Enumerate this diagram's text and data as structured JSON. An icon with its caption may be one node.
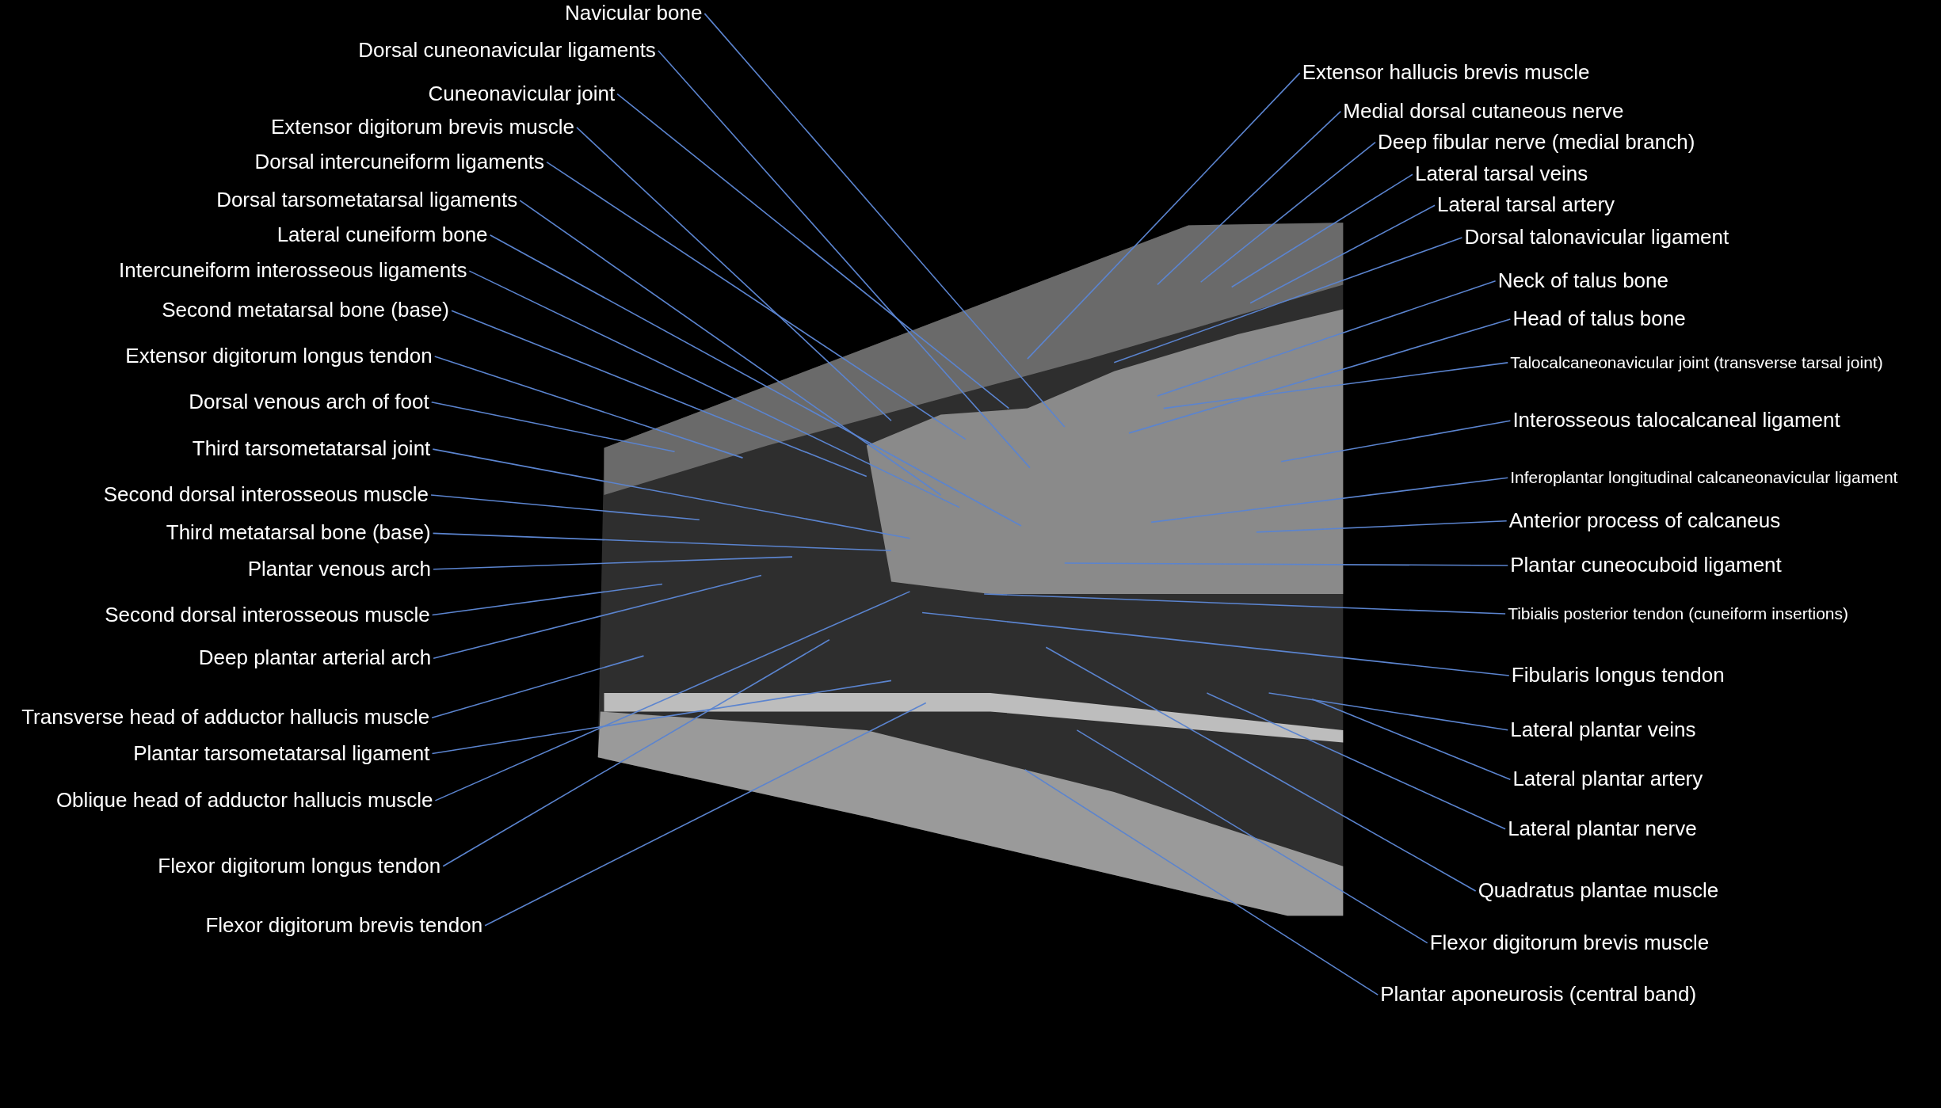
{
  "diagram": {
    "nodes": [
      {
        "text": [
          "Navicular bone"
        ]
      },
      {
        "text": [
          "Dorsal cuneonavicular ligaments"
        ]
      },
      {
        "text": [
          "Cuneonavicular joint"
        ]
      },
      {
        "text": [
          "Extensor digitorum brevis muscle"
        ]
      },
      {
        "text": [
          "Dorsal intercuneiform ligaments"
        ]
      },
      {
        "text": [
          "Dorsal tarsometatarsal ligaments"
        ]
      },
      {
        "text": [
          "Lateral cuneiform bone"
        ]
      },
      {
        "text": [
          "Intercuneiform interosseous ligaments"
        ]
      },
      {
        "text": [
          "Second metatarsal bone (base)"
        ]
      },
      {
        "text": [
          "Extensor digitorum longus tendon"
        ]
      },
      {
        "text": [
          "Dorsal venous arch of foot"
        ]
      },
      {
        "text": [
          "Third tarsometatarsal joint"
        ]
      },
      {
        "text": [
          "Second dorsal interosseous muscle"
        ]
      },
      {
        "text": [
          "Third metatarsal bone (base)"
        ]
      },
      {
        "text": [
          "Plantar venous arch"
        ]
      },
      {
        "text": [
          "Second dorsal interosseous muscle"
        ]
      },
      {
        "text": [
          "Deep plantar arterial arch"
        ]
      },
      {
        "text": [
          "Transverse head of adductor hallucis muscle"
        ]
      },
      {
        "text": [
          "Plantar tarsometatarsal ligament"
        ]
      },
      {
        "text": [
          "Oblique head of adductor hallucis muscle"
        ]
      },
      {
        "text": [
          "Flexor digitorum longus tendon"
        ]
      },
      {
        "text": [
          "Flexor digitorum brevis tendon"
        ]
      },
      {
        "text": [
          "Extensor hallucis brevis muscle"
        ]
      },
      {
        "text": [
          "Medial dorsal cutaneous nerve"
        ]
      },
      {
        "text": [
          "Deep fibular nerve (medial branch)"
        ]
      },
      {
        "text": [
          "Lateral tarsal veins"
        ]
      },
      {
        "text": [
          "Lateral tarsal artery"
        ]
      },
      {
        "text": [
          "Dorsal talonavicular ligament"
        ]
      },
      {
        "text": [
          "Neck of talus bone"
        ]
      },
      {
        "text": [
          "Head of talus bone"
        ]
      },
      {
        "text": [
          "Talocalcaneonavicular joint (transverse tarsal joint)"
        ]
      },
      {
        "text": [
          "Interosseous talocalcaneal ligament"
        ]
      },
      {
        "text": [
          "Inferoplantar longitudinal calcaneonavicular ligament"
        ]
      },
      {
        "text": [
          "Anterior process of calcaneus"
        ]
      },
      {
        "text": [
          "Plantar cuneocuboid ligament"
        ]
      },
      {
        "text": [
          "Tibialis posterior tendon (cuneiform insertions)"
        ]
      },
      {
        "text": [
          "Fibularis longus tendon"
        ]
      },
      {
        "text": [
          "Lateral plantar veins"
        ]
      },
      {
        "text": [
          "Lateral plantar artery"
        ]
      },
      {
        "text": [
          "Lateral plantar nerve"
        ]
      },
      {
        "text": [
          "Quadratus plantae muscle"
        ]
      },
      {
        "text": [
          "Flexor digitorum brevis muscle"
        ]
      },
      {
        "text": [
          "Plantar aponeurosis (central band)"
        ]
      }
    ],
    "edges": [
      {
        "from": 0,
        "to": null,
        "arrow": "none"
      },
      {
        "from": 1,
        "to": null,
        "arrow": "none"
      },
      {
        "from": 2,
        "to": null,
        "arrow": "none"
      },
      {
        "from": 3,
        "to": null,
        "arrow": "none"
      },
      {
        "from": 4,
        "to": null,
        "arrow": "none"
      },
      {
        "from": 5,
        "to": null,
        "arrow": "none"
      },
      {
        "from": 6,
        "to": null,
        "arrow": "none"
      },
      {
        "from": 7,
        "to": null,
        "arrow": "none"
      },
      {
        "from": 8,
        "to": null,
        "arrow": "none"
      },
      {
        "from": 9,
        "to": null,
        "arrow": "none"
      },
      {
        "from": 10,
        "to": null,
        "arrow": "none"
      },
      {
        "from": 11,
        "to": null,
        "arrow": "none"
      },
      {
        "from": 12,
        "to": null,
        "arrow": "none"
      },
      {
        "from": 13,
        "to": null,
        "arrow": "none"
      },
      {
        "from": 14,
        "to": null,
        "arrow": "none"
      },
      {
        "from": 15,
        "to": null,
        "arrow": "none"
      },
      {
        "from": 16,
        "to": null,
        "arrow": "none"
      },
      {
        "from": 17,
        "to": null,
        "arrow": "none"
      },
      {
        "from": 18,
        "to": null,
        "arrow": "none"
      },
      {
        "from": 19,
        "to": null,
        "arrow": "none"
      },
      {
        "from": 20,
        "to": null,
        "arrow": "none"
      },
      {
        "from": 21,
        "to": null,
        "arrow": "none"
      },
      {
        "from": 22,
        "to": null,
        "arrow": "none"
      },
      {
        "from": 23,
        "to": null,
        "arrow": "none"
      },
      {
        "from": 24,
        "to": null,
        "arrow": "none"
      },
      {
        "from": 25,
        "to": null,
        "arrow": "none"
      },
      {
        "from": 26,
        "to": null,
        "arrow": "none"
      },
      {
        "from": 27,
        "to": null,
        "arrow": "none"
      },
      {
        "from": 28,
        "to": null,
        "arrow": "none"
      },
      {
        "from": 29,
        "to": null,
        "arrow": "none"
      },
      {
        "from": 30,
        "to": null,
        "arrow": "none"
      },
      {
        "from": 31,
        "to": null,
        "arrow": "none"
      },
      {
        "from": 32,
        "to": null,
        "arrow": "none"
      },
      {
        "from": 33,
        "to": null,
        "arrow": "none"
      },
      {
        "from": 34,
        "to": null,
        "arrow": "none"
      },
      {
        "from": 35,
        "to": null,
        "arrow": "none"
      },
      {
        "from": 36,
        "to": null,
        "arrow": "none"
      },
      {
        "from": 37,
        "to": null,
        "arrow": "none"
      },
      {
        "from": 38,
        "to": null,
        "arrow": "none"
      },
      {
        "from": 39,
        "to": null,
        "arrow": "none"
      },
      {
        "from": 40,
        "to": null,
        "arrow": "none"
      },
      {
        "from": 41,
        "to": null,
        "arrow": "none"
      },
      {
        "from": 42,
        "to": null,
        "arrow": "none"
      }
    ]
  }
}
